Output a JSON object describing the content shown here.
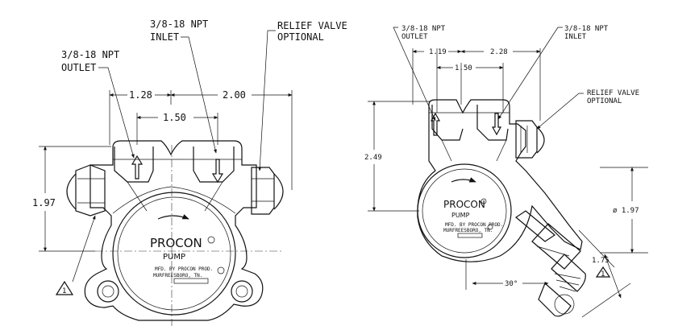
{
  "left_view": {
    "inlet_label": [
      "3/8-18 NPT",
      "INLET"
    ],
    "outlet_label": [
      "3/8-18 NPT",
      "OUTLET"
    ],
    "relief_label": [
      "RELIEF VALVE",
      "OPTIONAL"
    ],
    "dim_outlet_offset": "1.28",
    "dim_relief_offset": "2.00",
    "dim_port_spacing": "1.50",
    "dim_height": "1.97",
    "note_marker": "1",
    "nameplate": {
      "brand": "PROCON",
      "product": "PUMP",
      "maker_line1": "MFD. BY PROCON PROD.",
      "maker_line2": "MURFREESBORO, TN."
    }
  },
  "right_view": {
    "outlet_label": [
      "3/8-18 NPT",
      "OUTLET"
    ],
    "inlet_label": [
      "3/8-18 NPT",
      "INLET"
    ],
    "relief_label": [
      "RELIEF VALVE",
      "OPTIONAL"
    ],
    "dim_outlet_offset": "1.19",
    "dim_inlet_offset": "2.28",
    "dim_port_spacing": "1.50",
    "dim_height": "2.49",
    "dim_diameter": "ø 1.97",
    "dim_length": "1.75",
    "dim_angle": "30°",
    "note_marker": "1",
    "nameplate": {
      "brand": "PROCON",
      "product": "PUMP",
      "maker_line1": "MFD. BY PROCON PROD.",
      "maker_line2": "MURFREESBORO, TN."
    }
  }
}
